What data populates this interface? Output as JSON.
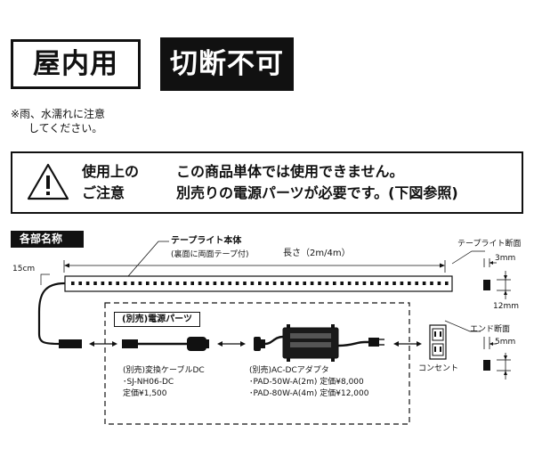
{
  "badges": {
    "indoor": "屋内用",
    "no_cut": "切断不可"
  },
  "note": {
    "line1": "※雨、水濡れに注意",
    "line2": "してください。"
  },
  "warning": {
    "label_line1": "使用上の",
    "label_line2": "ご注意",
    "text_line1": "この商品単体では使用できません。",
    "text_line2": "別売りの電源パーツが必要です。(下図参照)"
  },
  "diagram": {
    "section_title": "各部名称",
    "tape_light": {
      "name": "テープライト本体",
      "sub": "(裏面に両面テープ付)"
    },
    "length_label": "長さ（2m/4m）",
    "cable_label": "15cm",
    "power_parts_label": "(別売)電源パーツ",
    "cable_dc": {
      "line1": "(別売)変換ケーブルDC",
      "line2": "･SJ-NH06-DC",
      "line3": "定価¥1,500"
    },
    "adapter": {
      "line1": "(別売)AC-DCアダプタ",
      "line2": "･PAD-50W-A(2m) 定価¥8,000",
      "line3": "･PAD-80W-A(4m) 定価¥12,000"
    },
    "outlet_label": "コンセント",
    "cross_section_tape": {
      "title": "テープライト断面",
      "dim1": "3mm",
      "dim2": "12mm"
    },
    "cross_section_end": {
      "title": "エンド断面",
      "dim1": "5mm"
    }
  }
}
